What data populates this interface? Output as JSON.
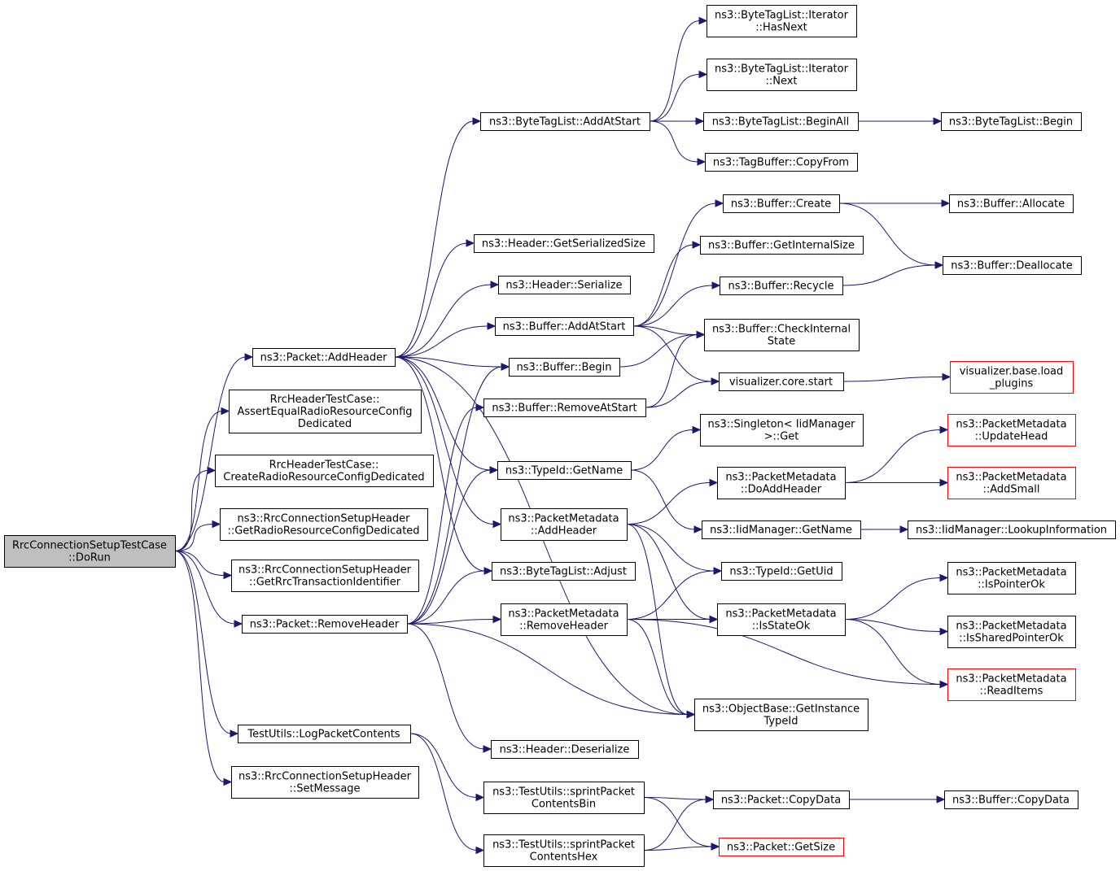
{
  "colors": {
    "edge": "#191970",
    "node_border": "#000000",
    "truncated_border": "#ff0000",
    "root_fill": "#bfbfbf",
    "node_fill": "#ffffff"
  },
  "nodes": [
    {
      "id": "root",
      "lines": [
        "RrcConnectionSetupTestCase",
        "::DoRun"
      ],
      "style": "root"
    },
    {
      "id": "addheader",
      "lines": [
        "ns3::Packet::AddHeader"
      ],
      "style": "normal"
    },
    {
      "id": "assertequal",
      "lines": [
        "RrcHeaderTestCase::",
        "AssertEqualRadioResourceConfig",
        "Dedicated"
      ],
      "style": "normal"
    },
    {
      "id": "createrrcd",
      "lines": [
        "RrcHeaderTestCase::",
        "CreateRadioResourceConfigDedicated"
      ],
      "style": "normal"
    },
    {
      "id": "getrrcd",
      "lines": [
        "ns3::RrcConnectionSetupHeader",
        "::GetRadioResourceConfigDedicated"
      ],
      "style": "normal"
    },
    {
      "id": "getrti",
      "lines": [
        "ns3::RrcConnectionSetupHeader",
        "::GetRrcTransactionIdentifier"
      ],
      "style": "normal"
    },
    {
      "id": "removeheader",
      "lines": [
        "ns3::Packet::RemoveHeader"
      ],
      "style": "normal"
    },
    {
      "id": "logpacket",
      "lines": [
        "TestUtils::LogPacketContents"
      ],
      "style": "normal"
    },
    {
      "id": "setmessage",
      "lines": [
        "ns3::RrcConnectionSetupHeader",
        "::SetMessage"
      ],
      "style": "normal"
    },
    {
      "id": "btladdatstart",
      "lines": [
        "ns3::ByteTagList::AddAtStart"
      ],
      "style": "normal"
    },
    {
      "id": "hdrgetser",
      "lines": [
        "ns3::Header::GetSerializedSize"
      ],
      "style": "normal"
    },
    {
      "id": "hdrser",
      "lines": [
        "ns3::Header::Serialize"
      ],
      "style": "normal"
    },
    {
      "id": "bufaddatstart",
      "lines": [
        "ns3::Buffer::AddAtStart"
      ],
      "style": "normal"
    },
    {
      "id": "bufbegin",
      "lines": [
        "ns3::Buffer::Begin"
      ],
      "style": "normal"
    },
    {
      "id": "bufremoveatstart",
      "lines": [
        "ns3::Buffer::RemoveAtStart"
      ],
      "style": "normal"
    },
    {
      "id": "typeidgetname",
      "lines": [
        "ns3::TypeId::GetName"
      ],
      "style": "normal"
    },
    {
      "id": "pmaddheader",
      "lines": [
        "ns3::PacketMetadata",
        "::AddHeader"
      ],
      "style": "normal"
    },
    {
      "id": "btladjust",
      "lines": [
        "ns3::ByteTagList::Adjust"
      ],
      "style": "normal"
    },
    {
      "id": "pmremoveheader",
      "lines": [
        "ns3::PacketMetadata",
        "::RemoveHeader"
      ],
      "style": "normal"
    },
    {
      "id": "hdrdeser",
      "lines": [
        "ns3::Header::Deserialize"
      ],
      "style": "normal"
    },
    {
      "id": "sprintbin",
      "lines": [
        "ns3::TestUtils::sprintPacket",
        "ContentsBin"
      ],
      "style": "normal"
    },
    {
      "id": "sprinthex",
      "lines": [
        "ns3::TestUtils::sprintPacket",
        "ContentsHex"
      ],
      "style": "normal"
    },
    {
      "id": "btliterhasnext",
      "lines": [
        "ns3::ByteTagList::Iterator",
        "::HasNext"
      ],
      "style": "normal"
    },
    {
      "id": "btliternext",
      "lines": [
        "ns3::ByteTagList::Iterator",
        "::Next"
      ],
      "style": "normal"
    },
    {
      "id": "btlbeginall",
      "lines": [
        "ns3::ByteTagList::BeginAll"
      ],
      "style": "normal"
    },
    {
      "id": "tagbufcopyfrom",
      "lines": [
        "ns3::TagBuffer::CopyFrom"
      ],
      "style": "normal"
    },
    {
      "id": "bufcreate",
      "lines": [
        "ns3::Buffer::Create"
      ],
      "style": "normal"
    },
    {
      "id": "bufgetinternalsize",
      "lines": [
        "ns3::Buffer::GetInternalSize"
      ],
      "style": "normal"
    },
    {
      "id": "bufrecycle",
      "lines": [
        "ns3::Buffer::Recycle"
      ],
      "style": "normal"
    },
    {
      "id": "bufcheckinternal",
      "lines": [
        "ns3::Buffer::CheckInternal",
        "State"
      ],
      "style": "normal"
    },
    {
      "id": "viscorestart",
      "lines": [
        "visualizer.core.start"
      ],
      "style": "normal"
    },
    {
      "id": "singletonget",
      "lines": [
        "ns3::Singleton< IidManager",
        ">::Get"
      ],
      "style": "normal"
    },
    {
      "id": "pmdoaddheader",
      "lines": [
        "ns3::PacketMetadata",
        "::DoAddHeader"
      ],
      "style": "normal"
    },
    {
      "id": "iidgetname",
      "lines": [
        "ns3::IidManager::GetName"
      ],
      "style": "normal"
    },
    {
      "id": "typeidgetuid",
      "lines": [
        "ns3::TypeId::GetUid"
      ],
      "style": "normal"
    },
    {
      "id": "pmisstateok",
      "lines": [
        "ns3::PacketMetadata",
        "::IsStateOk"
      ],
      "style": "normal"
    },
    {
      "id": "objgetinstance",
      "lines": [
        "ns3::ObjectBase::GetInstance",
        "TypeId"
      ],
      "style": "normal"
    },
    {
      "id": "pktcopydata",
      "lines": [
        "ns3::Packet::CopyData"
      ],
      "style": "normal"
    },
    {
      "id": "pktgetsize",
      "lines": [
        "ns3::Packet::GetSize"
      ],
      "style": "truncated"
    },
    {
      "id": "btlbegin",
      "lines": [
        "ns3::ByteTagList::Begin"
      ],
      "style": "normal"
    },
    {
      "id": "bufallocate",
      "lines": [
        "ns3::Buffer::Allocate"
      ],
      "style": "normal"
    },
    {
      "id": "bufdeallocate",
      "lines": [
        "ns3::Buffer::Deallocate"
      ],
      "style": "normal"
    },
    {
      "id": "visloadplugins",
      "lines": [
        "visualizer.base.load",
        "_plugins"
      ],
      "style": "truncated"
    },
    {
      "id": "pmupdatehead",
      "lines": [
        "ns3::PacketMetadata",
        "::UpdateHead"
      ],
      "style": "truncated"
    },
    {
      "id": "pmaddsmall",
      "lines": [
        "ns3::PacketMetadata",
        "::AddSmall"
      ],
      "style": "truncated"
    },
    {
      "id": "iidlookup",
      "lines": [
        "ns3::IidManager::LookupInformation"
      ],
      "style": "normal"
    },
    {
      "id": "pmispointerok",
      "lines": [
        "ns3::PacketMetadata",
        "::IsPointerOk"
      ],
      "style": "normal"
    },
    {
      "id": "pmissharedpointerok",
      "lines": [
        "ns3::PacketMetadata",
        "::IsSharedPointerOk"
      ],
      "style": "normal"
    },
    {
      "id": "pmreaditems",
      "lines": [
        "ns3::PacketMetadata",
        "::ReadItems"
      ],
      "style": "truncated"
    },
    {
      "id": "bufcopydata",
      "lines": [
        "ns3::Buffer::CopyData"
      ],
      "style": "normal"
    }
  ],
  "edges": [
    [
      "root",
      "addheader"
    ],
    [
      "root",
      "assertequal"
    ],
    [
      "root",
      "createrrcd"
    ],
    [
      "root",
      "getrrcd"
    ],
    [
      "root",
      "getrti"
    ],
    [
      "root",
      "removeheader"
    ],
    [
      "root",
      "logpacket"
    ],
    [
      "root",
      "setmessage"
    ],
    [
      "addheader",
      "btladdatstart"
    ],
    [
      "addheader",
      "hdrgetser"
    ],
    [
      "addheader",
      "hdrser"
    ],
    [
      "addheader",
      "bufaddatstart"
    ],
    [
      "addheader",
      "bufbegin"
    ],
    [
      "addheader",
      "typeidgetname"
    ],
    [
      "addheader",
      "pmaddheader"
    ],
    [
      "addheader",
      "btladjust"
    ],
    [
      "addheader",
      "objgetinstance"
    ],
    [
      "removeheader",
      "bufbegin"
    ],
    [
      "removeheader",
      "bufremoveatstart"
    ],
    [
      "removeheader",
      "typeidgetname"
    ],
    [
      "removeheader",
      "btladjust"
    ],
    [
      "removeheader",
      "pmremoveheader"
    ],
    [
      "removeheader",
      "hdrdeser"
    ],
    [
      "removeheader",
      "objgetinstance"
    ],
    [
      "logpacket",
      "sprintbin"
    ],
    [
      "logpacket",
      "sprinthex"
    ],
    [
      "btladdatstart",
      "btliterhasnext"
    ],
    [
      "btladdatstart",
      "btliternext"
    ],
    [
      "btladdatstart",
      "btlbeginall"
    ],
    [
      "btladdatstart",
      "tagbufcopyfrom"
    ],
    [
      "btlbeginall",
      "btlbegin"
    ],
    [
      "bufaddatstart",
      "bufcreate"
    ],
    [
      "bufaddatstart",
      "bufgetinternalsize"
    ],
    [
      "bufaddatstart",
      "bufrecycle"
    ],
    [
      "bufaddatstart",
      "bufcheckinternal"
    ],
    [
      "bufaddatstart",
      "viscorestart"
    ],
    [
      "bufbegin",
      "bufcheckinternal"
    ],
    [
      "bufremoveatstart",
      "bufcheckinternal"
    ],
    [
      "bufremoveatstart",
      "viscorestart"
    ],
    [
      "bufcreate",
      "bufallocate"
    ],
    [
      "bufcreate",
      "bufdeallocate"
    ],
    [
      "bufrecycle",
      "bufdeallocate"
    ],
    [
      "viscorestart",
      "visloadplugins"
    ],
    [
      "typeidgetname",
      "singletonget"
    ],
    [
      "typeidgetname",
      "iidgetname"
    ],
    [
      "iidgetname",
      "iidlookup"
    ],
    [
      "pmaddheader",
      "pmdoaddheader"
    ],
    [
      "pmaddheader",
      "typeidgetuid"
    ],
    [
      "pmaddheader",
      "pmisstateok"
    ],
    [
      "pmaddheader",
      "objgetinstance"
    ],
    [
      "pmdoaddheader",
      "pmupdatehead"
    ],
    [
      "pmdoaddheader",
      "pmaddsmall"
    ],
    [
      "pmremoveheader",
      "typeidgetuid"
    ],
    [
      "pmremoveheader",
      "pmisstateok"
    ],
    [
      "pmremoveheader",
      "objgetinstance"
    ],
    [
      "pmremoveheader",
      "pmreaditems"
    ],
    [
      "pmisstateok",
      "pmispointerok"
    ],
    [
      "pmisstateok",
      "pmissharedpointerok"
    ],
    [
      "pmisstateok",
      "pmreaditems"
    ],
    [
      "sprintbin",
      "pktcopydata"
    ],
    [
      "sprintbin",
      "pktgetsize"
    ],
    [
      "sprinthex",
      "pktcopydata"
    ],
    [
      "sprinthex",
      "pktgetsize"
    ],
    [
      "pktcopydata",
      "bufcopydata"
    ]
  ]
}
